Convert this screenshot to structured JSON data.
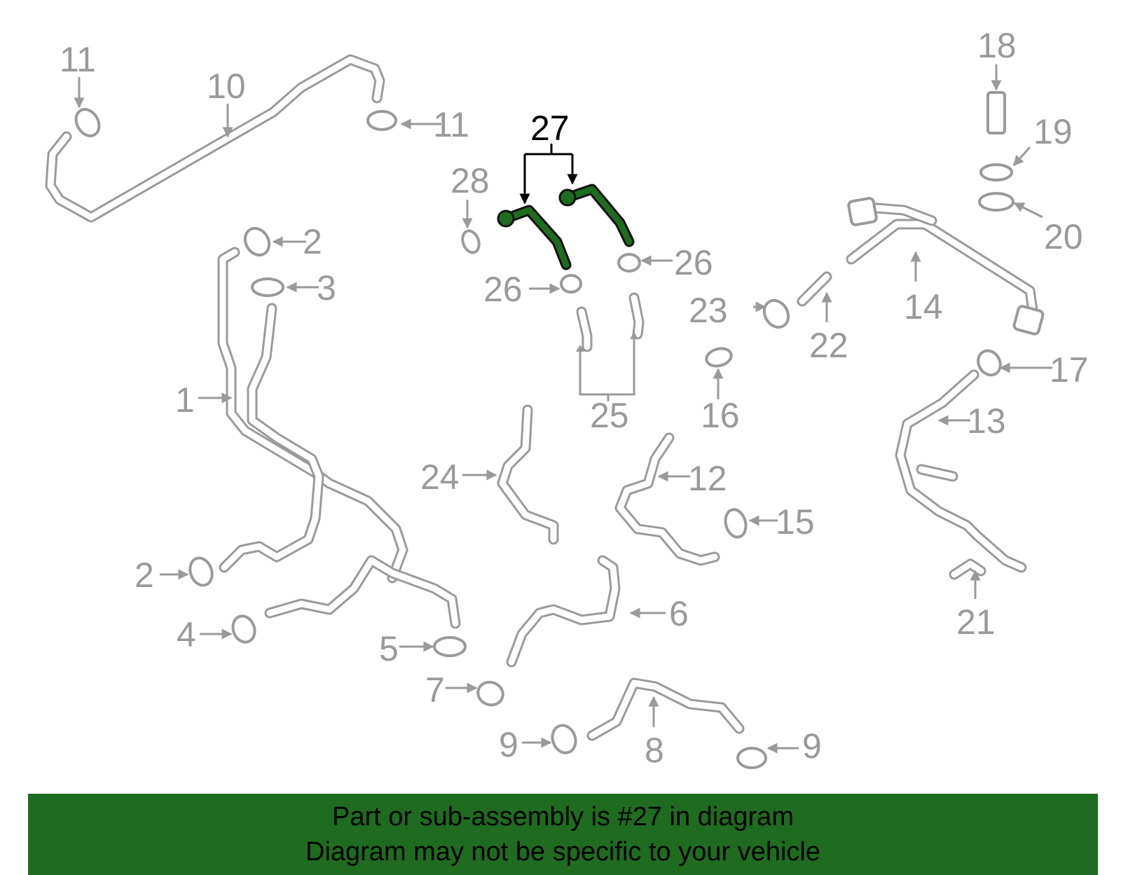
{
  "callouts": {
    "c1": "1",
    "c2a": "2",
    "c2b": "2",
    "c3": "3",
    "c4": "4",
    "c5": "5",
    "c6": "6",
    "c7": "7",
    "c8": "8",
    "c9a": "9",
    "c9b": "9",
    "c10": "10",
    "c11a": "11",
    "c11b": "11",
    "c12": "12",
    "c13": "13",
    "c14": "14",
    "c15": "15",
    "c16": "16",
    "c17": "17",
    "c18": "18",
    "c19": "19",
    "c20": "20",
    "c21": "21",
    "c22": "22",
    "c23": "23",
    "c24": "24",
    "c25": "25",
    "c26a": "26",
    "c26b": "26",
    "c27": "27",
    "c28": "28"
  },
  "highlight_color": "#1f6b1f",
  "banner": {
    "line1": "Part or sub-assembly is #27 in diagram",
    "line2": "Diagram may not be specific to your vehicle"
  }
}
